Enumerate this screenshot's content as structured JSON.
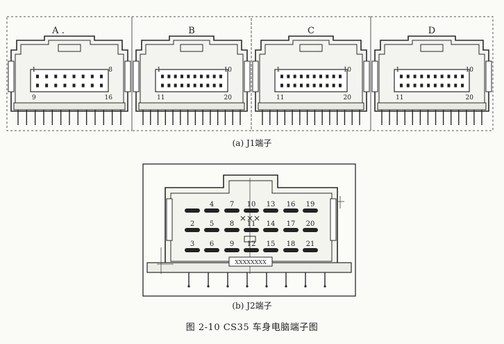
{
  "j1": {
    "connectors": [
      {
        "label": "A .",
        "pins": [
          "1",
          "8",
          "9",
          "16"
        ]
      },
      {
        "label": "B",
        "pins": [
          "1",
          "10",
          "11",
          "20"
        ]
      },
      {
        "label": "C",
        "pins": [
          "1",
          "10",
          "11",
          "20"
        ]
      },
      {
        "label": "D",
        "pins": [
          "1",
          "10",
          "11",
          "20"
        ]
      }
    ],
    "caption": "(a) J1端子"
  },
  "j2": {
    "pin_grid": [
      [
        "",
        "4",
        "7",
        "10",
        "13",
        "16",
        "19"
      ],
      [
        "2",
        "5",
        "8",
        "11",
        "14",
        "17",
        "20"
      ],
      [
        "3",
        "6",
        "9",
        "12",
        "15",
        "18",
        "21"
      ]
    ],
    "mark_x": "×××",
    "code": "XXXXXXXX",
    "caption": "(b) J2端子"
  },
  "figure_caption": "图 2-10    CS35 车身电脑端子图"
}
